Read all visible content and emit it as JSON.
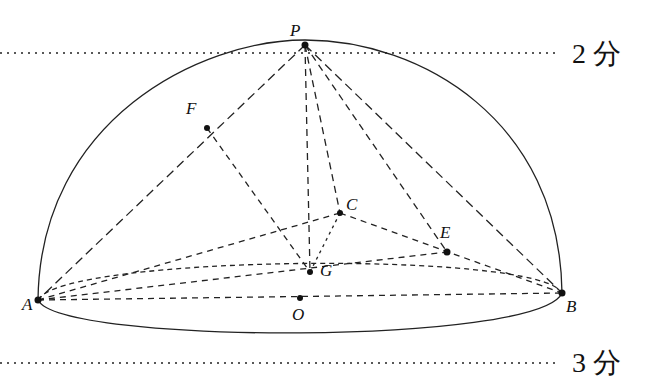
{
  "diagram": {
    "labels": [
      "P",
      "F",
      "C",
      "E",
      "G",
      "O",
      "A",
      "B",
      "2 分",
      "3 分"
    ]
  }
}
